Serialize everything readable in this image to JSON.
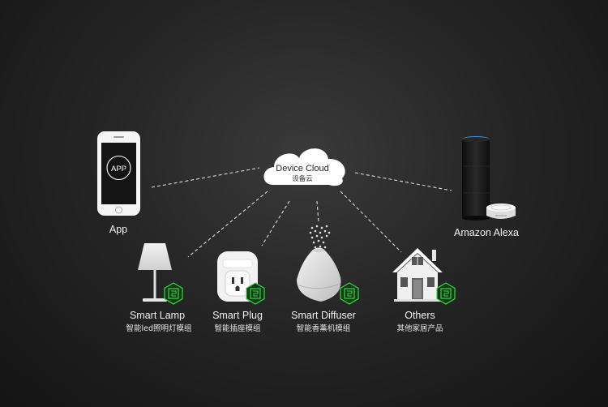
{
  "cloud": {
    "title": "Device Cloud",
    "subtitle": "设备云"
  },
  "phone": {
    "screen_label": "APP",
    "label": "App"
  },
  "alexa": {
    "label": "Amazon Alexa"
  },
  "devices": [
    {
      "icon": "lamp-icon",
      "name": "Smart Lamp",
      "name_cn": "智能led照明灯模组"
    },
    {
      "icon": "plug-icon",
      "name": "Smart Plug",
      "name_cn": "智能插座模组"
    },
    {
      "icon": "diffuser-icon",
      "name": "Smart Diffuser",
      "name_cn": "智能香薰机模组"
    },
    {
      "icon": "house-icon",
      "name": "Others",
      "name_cn": "其他家居产品"
    }
  ],
  "colors": {
    "chip": "#3ad14a",
    "line": "#d8d8d8",
    "background": "#1c1c1c"
  }
}
